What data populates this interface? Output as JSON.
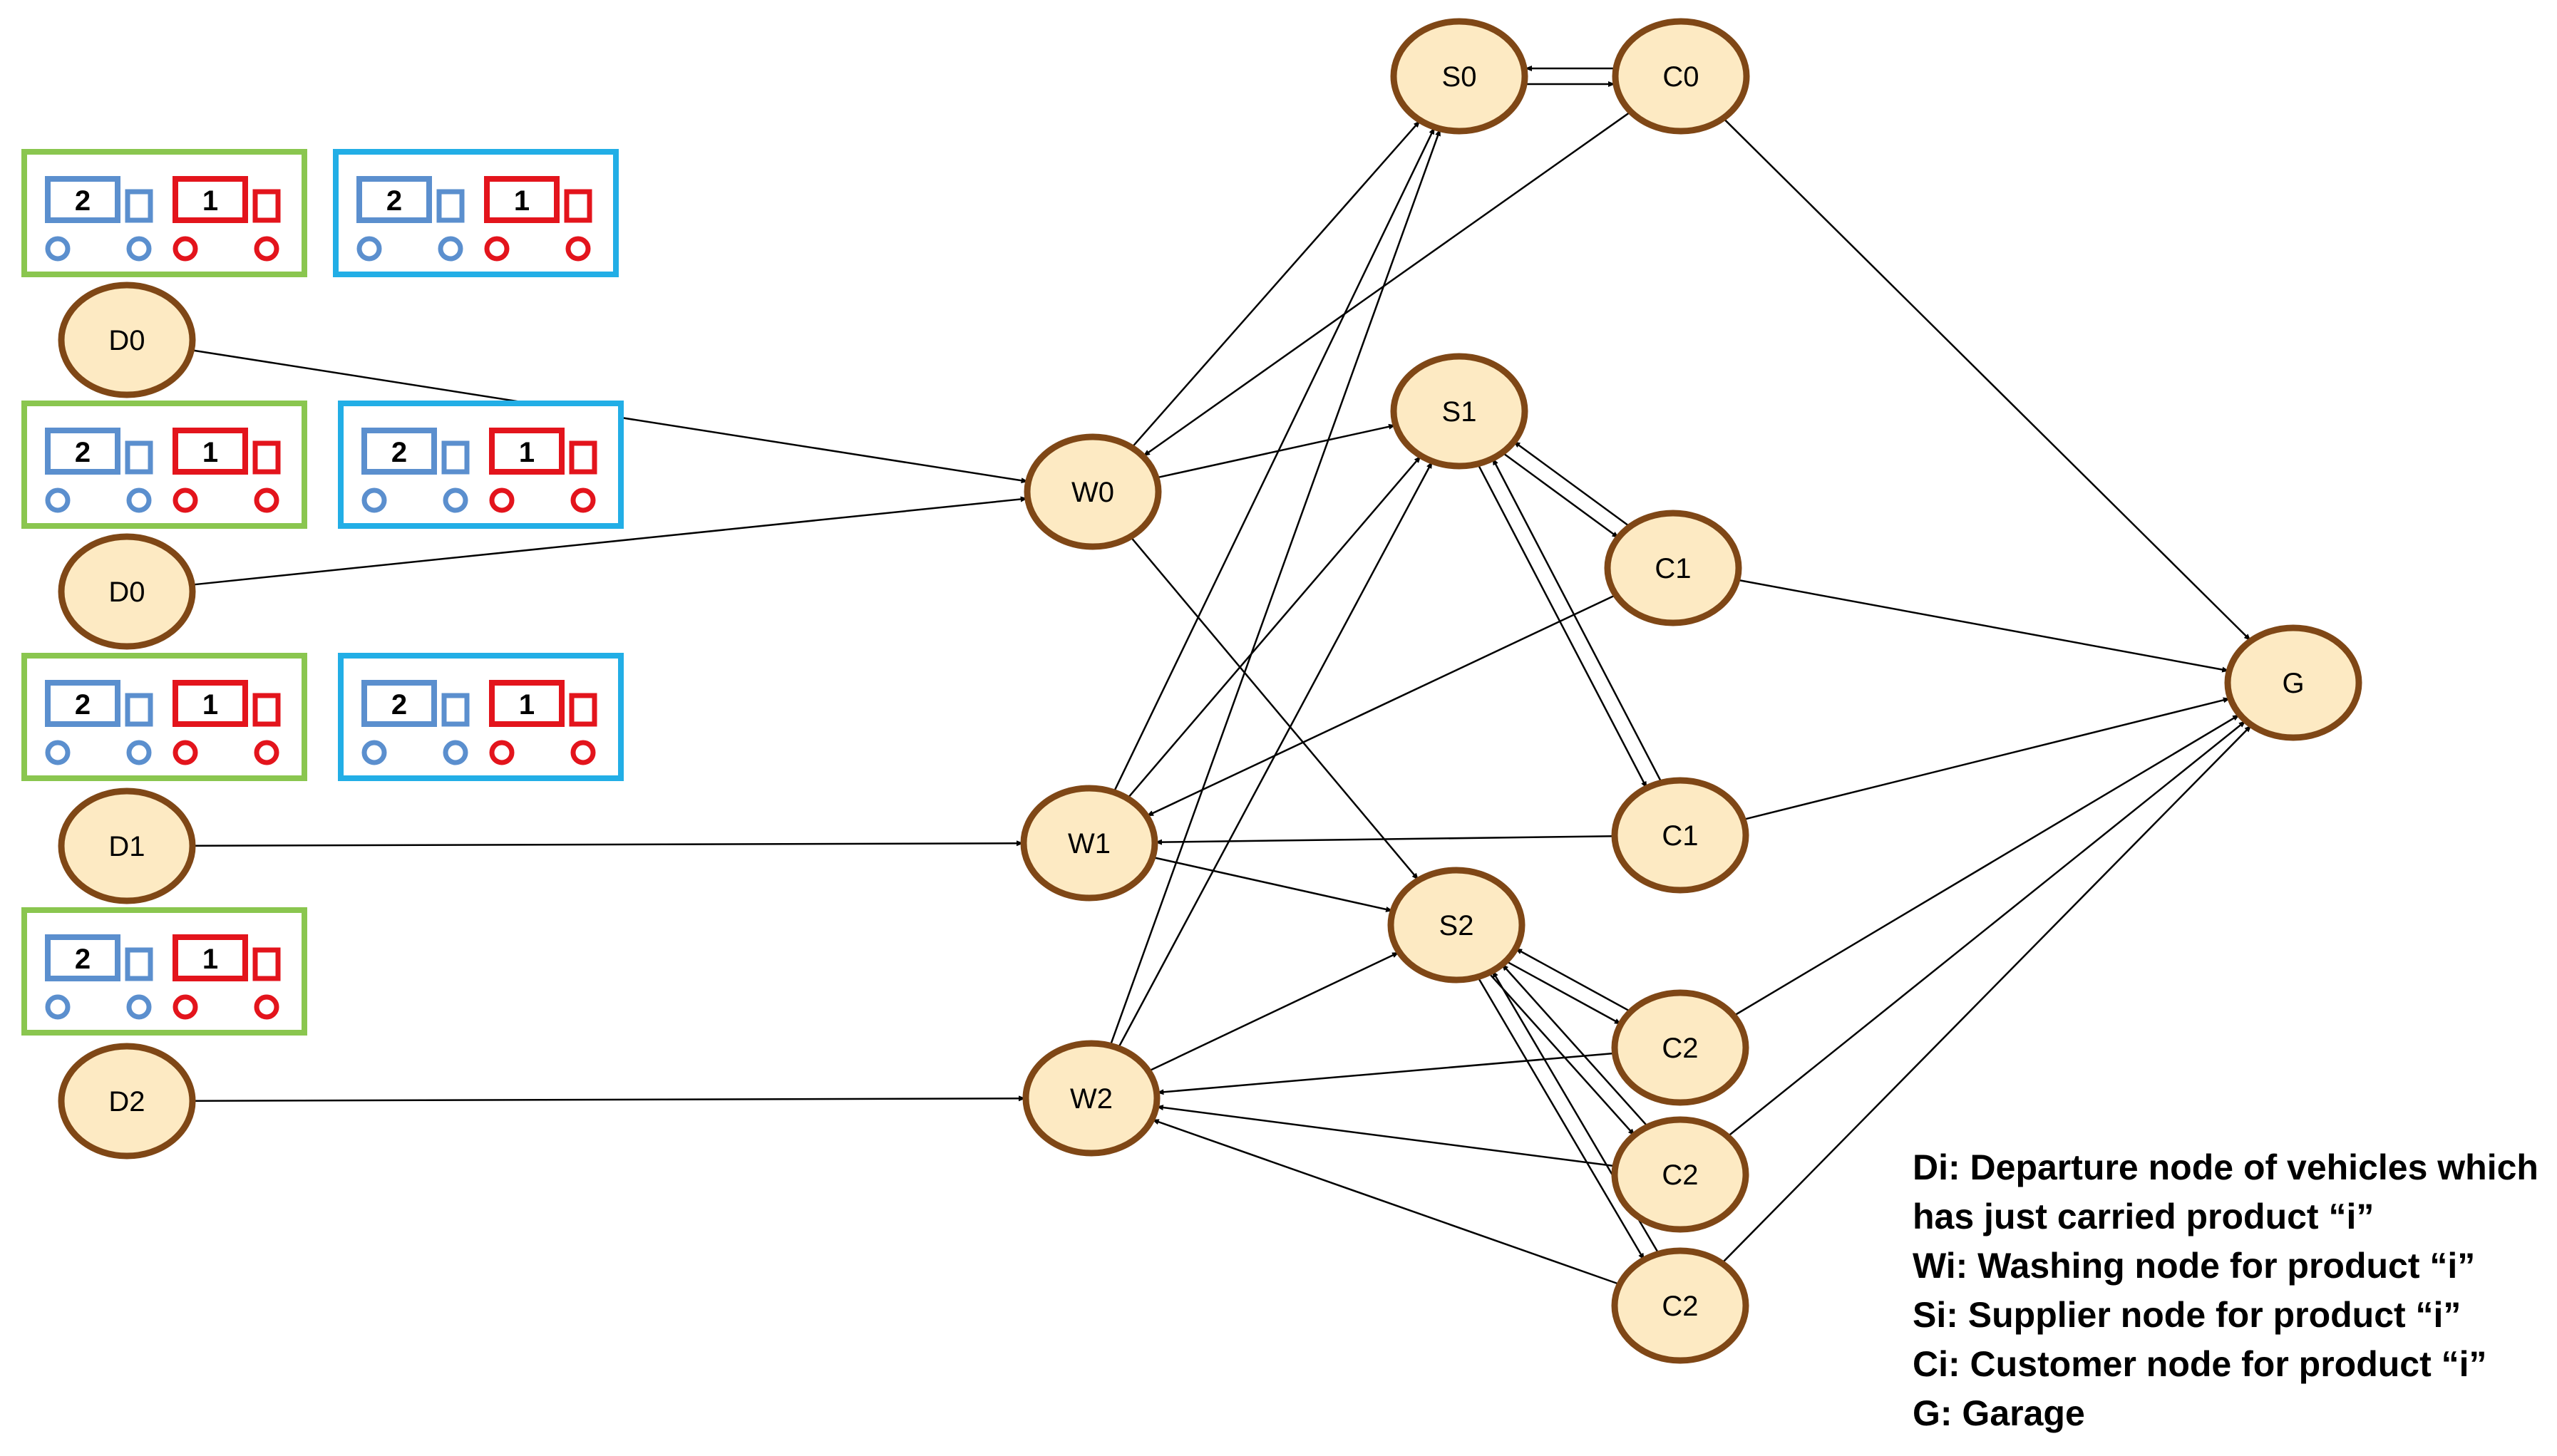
{
  "colors": {
    "node_fill": "#fdeac3",
    "node_stroke": "#7f4716",
    "edge": "#000000",
    "box_green": "#8ac64f",
    "box_blue": "#22aee6",
    "product_2": "#5b8fce",
    "product_1": "#e3141c"
  },
  "nodes": [
    {
      "id": "d0a",
      "label": "D0"
    },
    {
      "id": "d0b",
      "label": "D0"
    },
    {
      "id": "d1",
      "label": "D1"
    },
    {
      "id": "d2",
      "label": "D2"
    },
    {
      "id": "w0",
      "label": "W0"
    },
    {
      "id": "w1",
      "label": "W1"
    },
    {
      "id": "w2",
      "label": "W2"
    },
    {
      "id": "s0",
      "label": "S0"
    },
    {
      "id": "s1",
      "label": "S1"
    },
    {
      "id": "s2",
      "label": "S2"
    },
    {
      "id": "c0",
      "label": "C0"
    },
    {
      "id": "c1a",
      "label": "C1"
    },
    {
      "id": "c1b",
      "label": "C1"
    },
    {
      "id": "c2a",
      "label": "C2"
    },
    {
      "id": "c2b",
      "label": "C2"
    },
    {
      "id": "c2c",
      "label": "C2"
    },
    {
      "id": "g",
      "label": "G"
    }
  ],
  "edges": [
    [
      "d0a",
      "w0"
    ],
    [
      "d0b",
      "w0"
    ],
    [
      "d1",
      "w1"
    ],
    [
      "d2",
      "w2"
    ],
    [
      "w0",
      "s0"
    ],
    [
      "w0",
      "s1"
    ],
    [
      "w0",
      "s2"
    ],
    [
      "w1",
      "s0"
    ],
    [
      "w1",
      "s1"
    ],
    [
      "w1",
      "s2"
    ],
    [
      "w2",
      "s0"
    ],
    [
      "w2",
      "s1"
    ],
    [
      "w2",
      "s2"
    ],
    [
      "s0",
      "c0"
    ],
    [
      "c0",
      "s0"
    ],
    [
      "c0",
      "w0"
    ],
    [
      "c0",
      "g"
    ],
    [
      "s1",
      "c1a"
    ],
    [
      "c1a",
      "s1"
    ],
    [
      "s1",
      "c1b"
    ],
    [
      "c1b",
      "s1"
    ],
    [
      "c1a",
      "w1"
    ],
    [
      "c1b",
      "w1"
    ],
    [
      "c1a",
      "g"
    ],
    [
      "c1b",
      "g"
    ],
    [
      "s2",
      "c2a"
    ],
    [
      "c2a",
      "s2"
    ],
    [
      "s2",
      "c2b"
    ],
    [
      "c2b",
      "s2"
    ],
    [
      "s2",
      "c2c"
    ],
    [
      "c2c",
      "s2"
    ],
    [
      "c2a",
      "w2"
    ],
    [
      "c2b",
      "w2"
    ],
    [
      "c2c",
      "w2"
    ],
    [
      "c2a",
      "g"
    ],
    [
      "c2b",
      "g"
    ],
    [
      "c2c",
      "g"
    ]
  ],
  "vehicle_boxes": [
    {
      "color": "green",
      "num_left": "2",
      "num_right": "1"
    },
    {
      "color": "blue",
      "num_left": "2",
      "num_right": "1"
    },
    {
      "color": "green",
      "num_left": "2",
      "num_right": "1"
    },
    {
      "color": "blue",
      "num_left": "2",
      "num_right": "1"
    },
    {
      "color": "green",
      "num_left": "2",
      "num_right": "1"
    },
    {
      "color": "blue",
      "num_left": "2",
      "num_right": "1"
    },
    {
      "color": "green",
      "num_left": "2",
      "num_right": "1"
    }
  ],
  "legend": [
    "Di: Departure node of vehicles which",
    "has just carried product “i”",
    "Wi: Washing node for product “i”",
    "Si: Supplier node for product “i”",
    "Ci: Customer node for product “i”",
    "G: Garage"
  ]
}
